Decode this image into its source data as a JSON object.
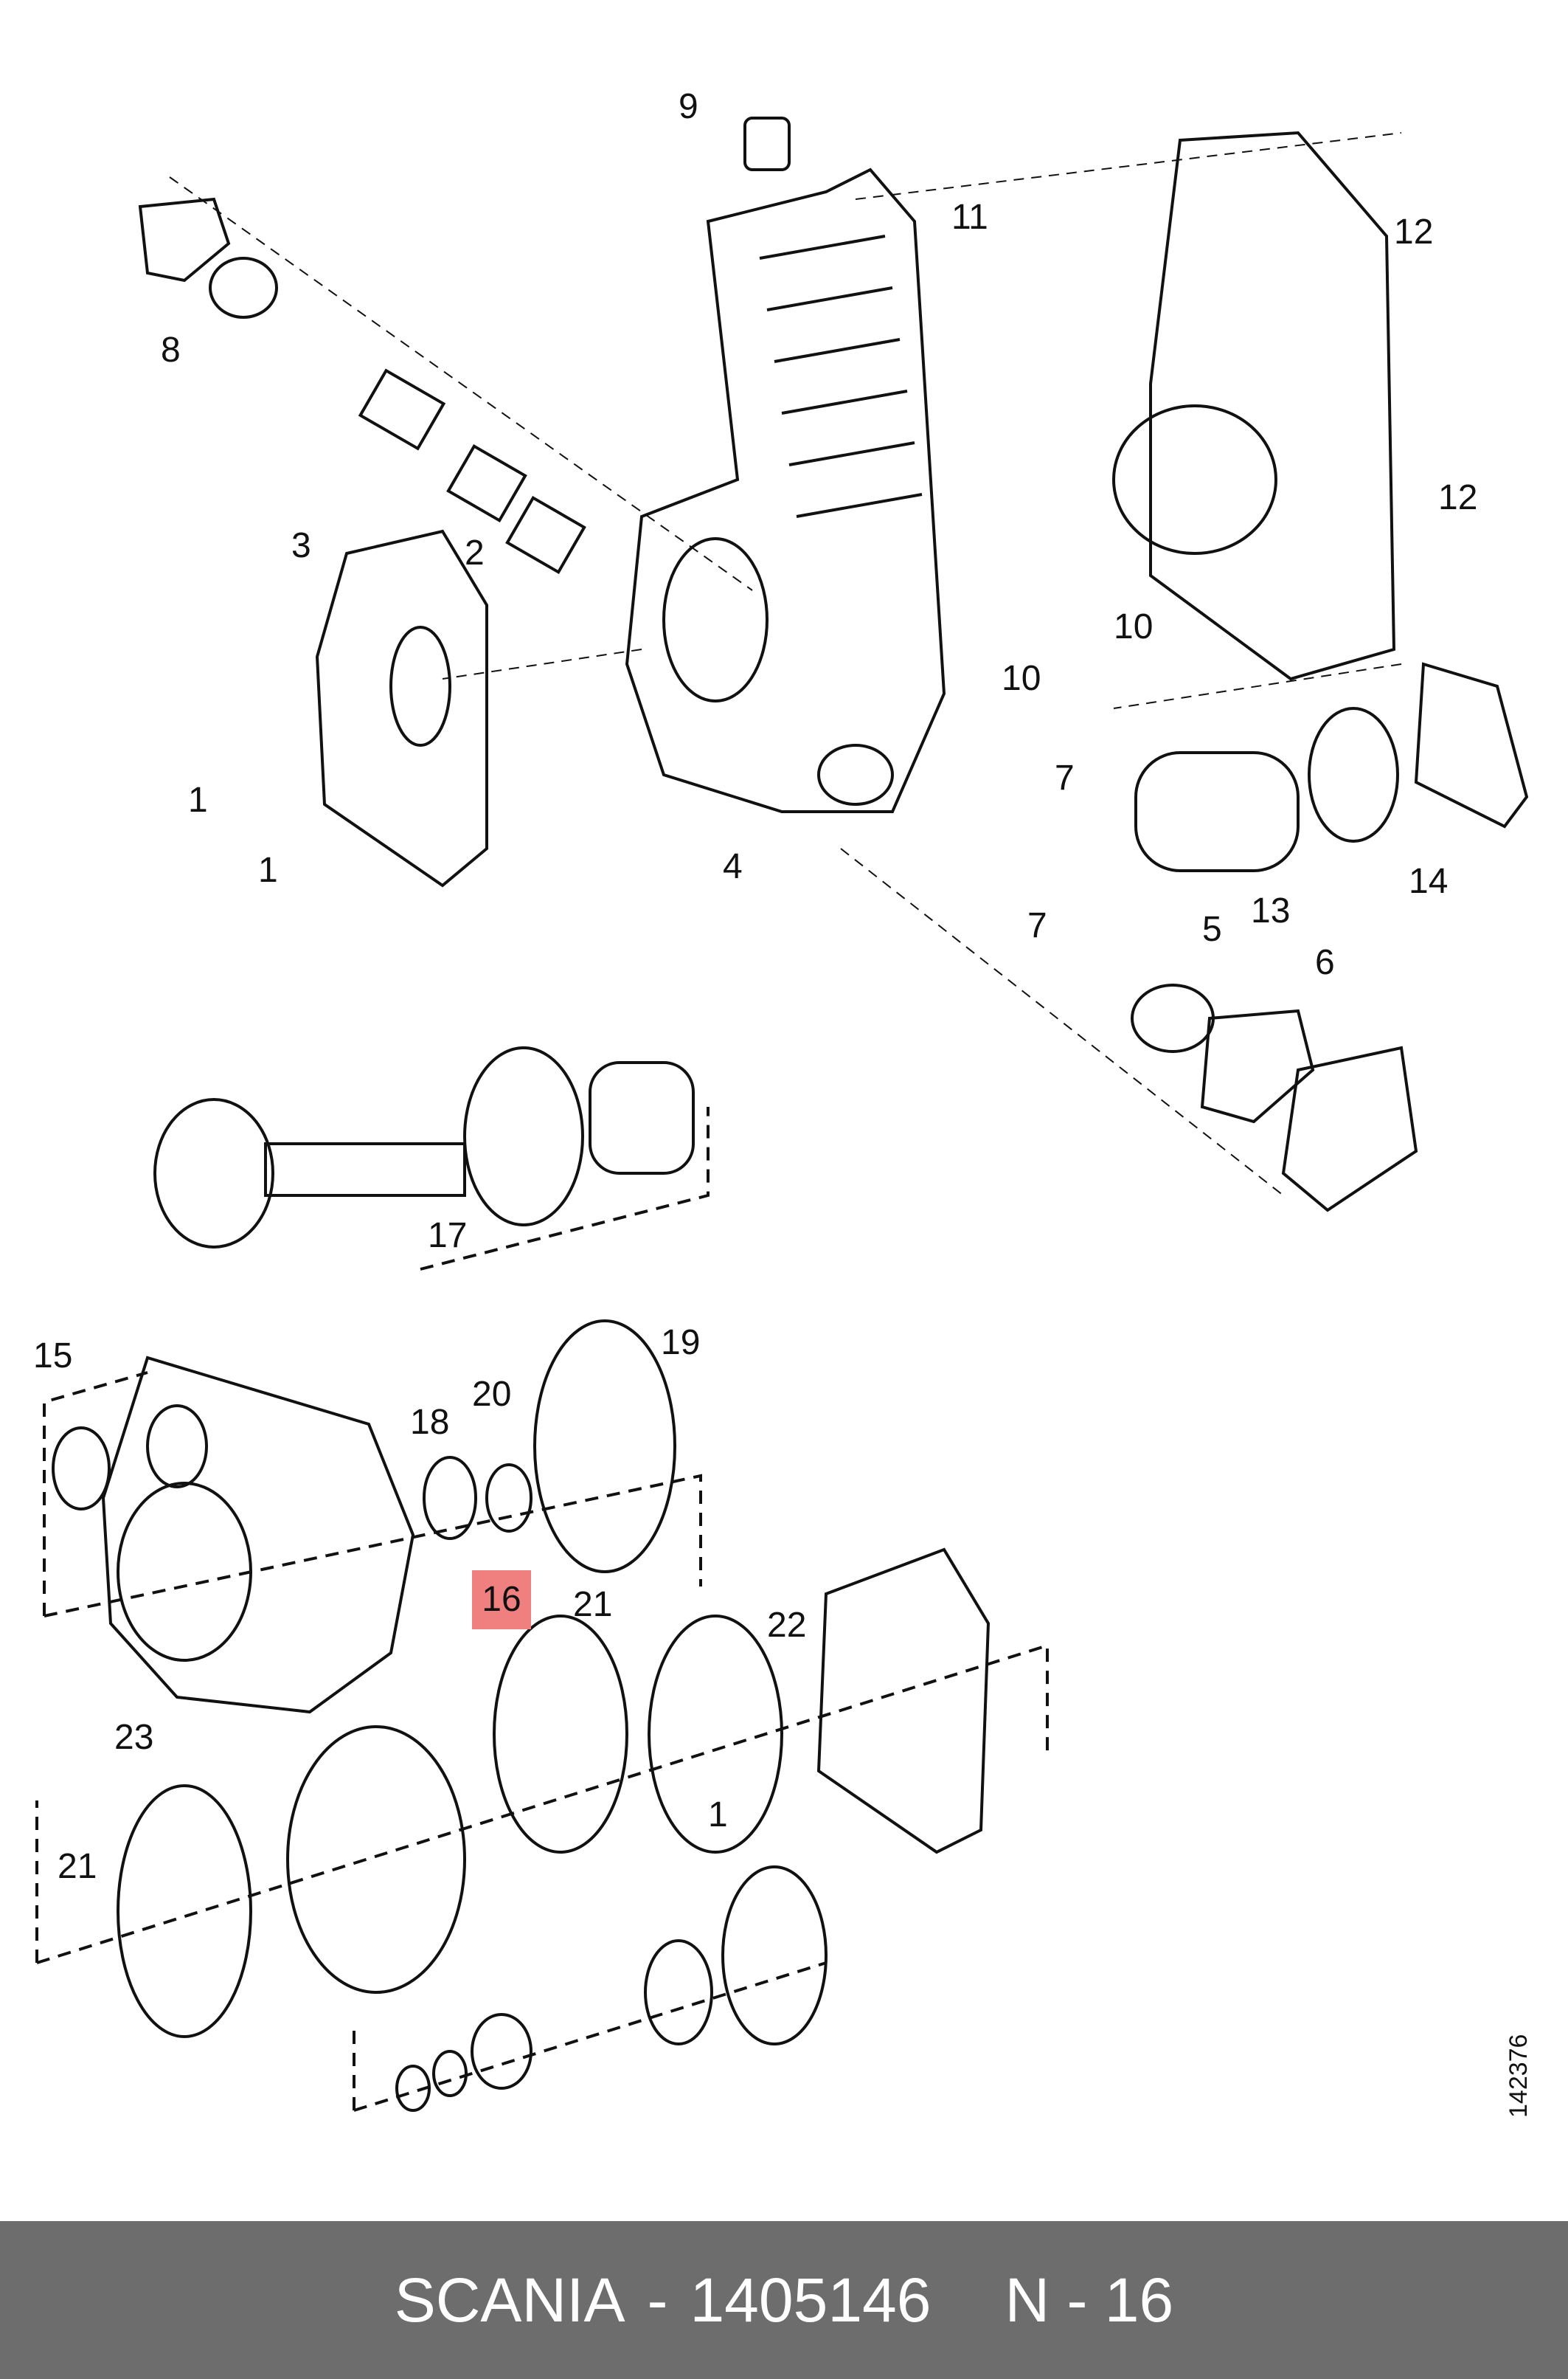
{
  "diagram": {
    "callouts": [
      "9",
      "11",
      "8",
      "12",
      "12",
      "3",
      "2",
      "10",
      "10",
      "1",
      "1",
      "4",
      "7",
      "7",
      "13",
      "14",
      "5",
      "6",
      "17",
      "15",
      "18",
      "20",
      "19",
      "16",
      "21",
      "22",
      "23",
      "1",
      "21"
    ],
    "highlighted_callout": "16",
    "catalog_number": "142376"
  },
  "footer": {
    "brand": "SCANIA",
    "dash": "-",
    "part_number": "1405146",
    "ref": "N - 16"
  },
  "colors": {
    "footer_bg": "#6d6d6d",
    "highlight": "#f08080",
    "line": "#111111"
  }
}
